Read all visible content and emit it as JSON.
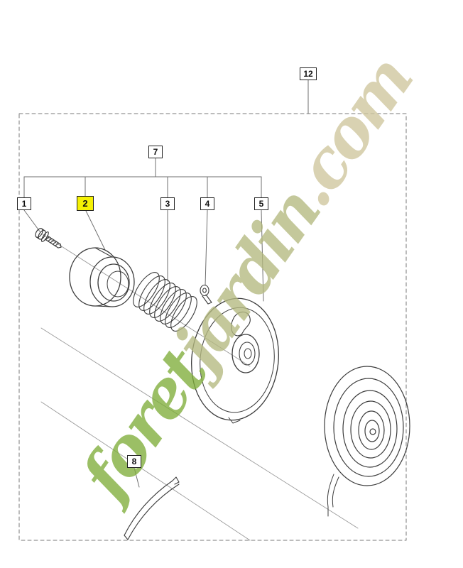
{
  "diagram": {
    "type": "exploded-parts-diagram",
    "highlight_color": "#f5f104",
    "callouts": {
      "c1": {
        "label": "1",
        "highlighted": false
      },
      "c2": {
        "label": "2",
        "highlighted": true
      },
      "c3": {
        "label": "3",
        "highlighted": false
      },
      "c4": {
        "label": "4",
        "highlighted": false
      },
      "c5": {
        "label": "5",
        "highlighted": false
      },
      "c7": {
        "label": "7",
        "highlighted": false
      },
      "c8": {
        "label": "8",
        "highlighted": false
      },
      "c12": {
        "label": "12",
        "highlighted": false
      }
    }
  },
  "watermark": {
    "segment1": "foret",
    "segment2": "jardin",
    "segment3": ".com",
    "green": "#7fae3b",
    "mix": "#b4b97f",
    "tan": "#cfc69d"
  }
}
